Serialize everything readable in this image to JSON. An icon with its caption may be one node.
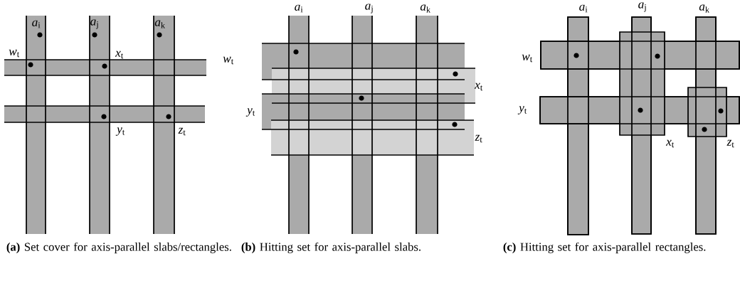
{
  "diagram": {
    "labels": [
      "*a*$_{i}$",
      "*a*$_{j}$",
      "*a*$_{k}$",
      "*w*$_{t}$",
      "*x*$_{t}$",
      "*y*$_{t}$",
      "*z*$_{t}$",
      "*a*$_{i}$",
      "*a*$_{j}$",
      "*a*$_{k}$",
      "*w*$_{t}$",
      "*x*$_{t}$",
      "*y*$_{t}$",
      "*z*$_{t}$",
      "*a*$_{i}$",
      "*a*$_{j}$",
      "*a*$_{k}$",
      "*w*$_{t}$",
      "*y*$_{t}$",
      "*x*$_{t}$",
      "*z*$_{t}$",
      "**(a)** Set cover for axis-parallel slabs/rectangles.",
      "**(b)** Hitting set for axis-parallel slabs.",
      "**(c)** Hitting set for axis-parallel rectangles."
    ]
  }
}
